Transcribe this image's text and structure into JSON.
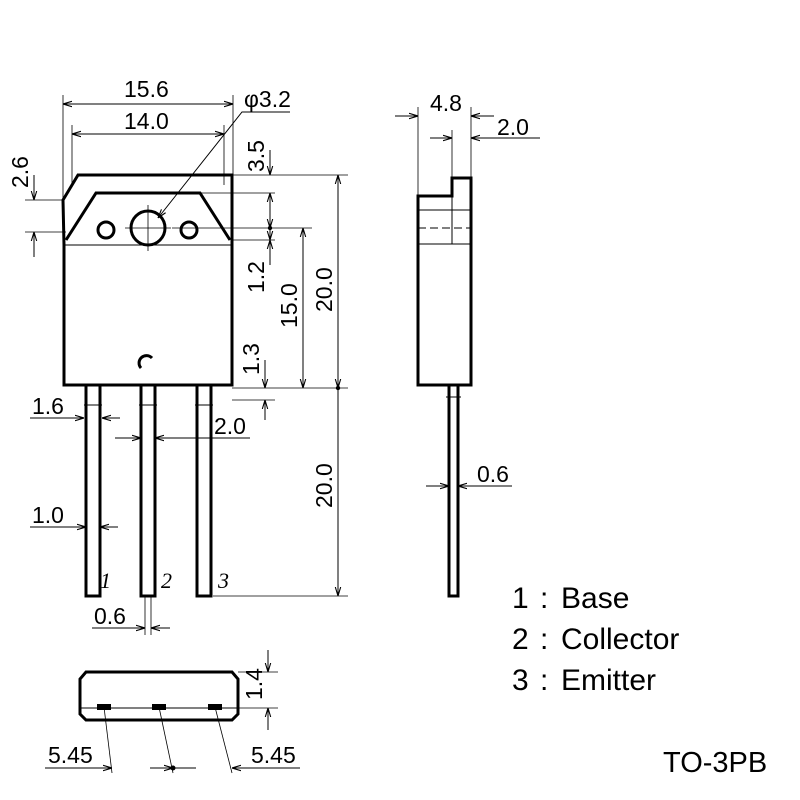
{
  "dimensions": {
    "body_width_outer": "15.6",
    "hole_diameter": "φ3.2",
    "body_width_inner": "14.0",
    "top_tab": "2.6",
    "hole_offset": "3.5",
    "step_height": "1.2",
    "body_height_to_hole": "15.0",
    "body_height_total": "20.0",
    "shoulder_height": "1.3",
    "lead_width_upper": "1.6",
    "pin_pitch": "2.0",
    "lead_length": "20.0",
    "lead_width_lower": "1.0",
    "lead_thickness_front": "0.6",
    "side_thickness": "4.8",
    "side_tab_thickness": "2.0",
    "side_lead_thickness": "0.6",
    "bottom_height": "1.4",
    "pitch_left": "5.45",
    "pitch_right": "5.45"
  },
  "pin_numbers": [
    "1",
    "2",
    "3"
  ],
  "legend": [
    {
      "number": "1",
      "sep": ":",
      "name": "Base"
    },
    {
      "number": "2",
      "sep": ":",
      "name": "Collector"
    },
    {
      "number": "3",
      "sep": ":",
      "name": "Emitter"
    }
  ],
  "package_name": "TO-3PB"
}
